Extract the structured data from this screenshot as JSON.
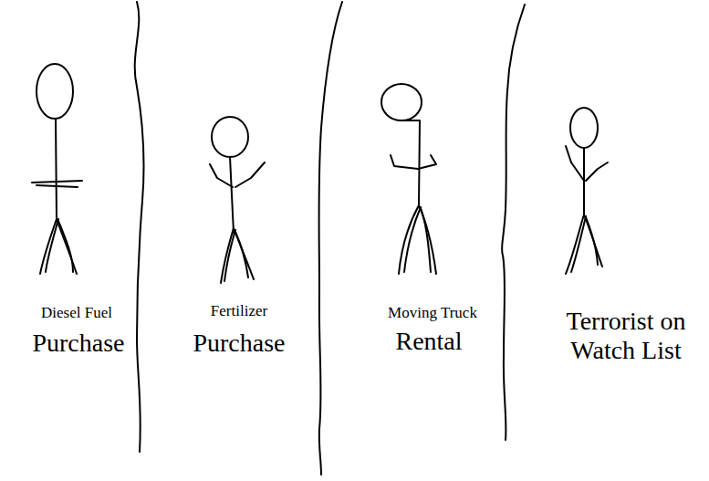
{
  "diagram": {
    "labels": [
      "Diesel Fuel",
      "Purchase",
      "Fertilizer",
      "Purchase",
      "Moving Truck",
      "Rental",
      "Terrorist on Watch List"
    ]
  }
}
